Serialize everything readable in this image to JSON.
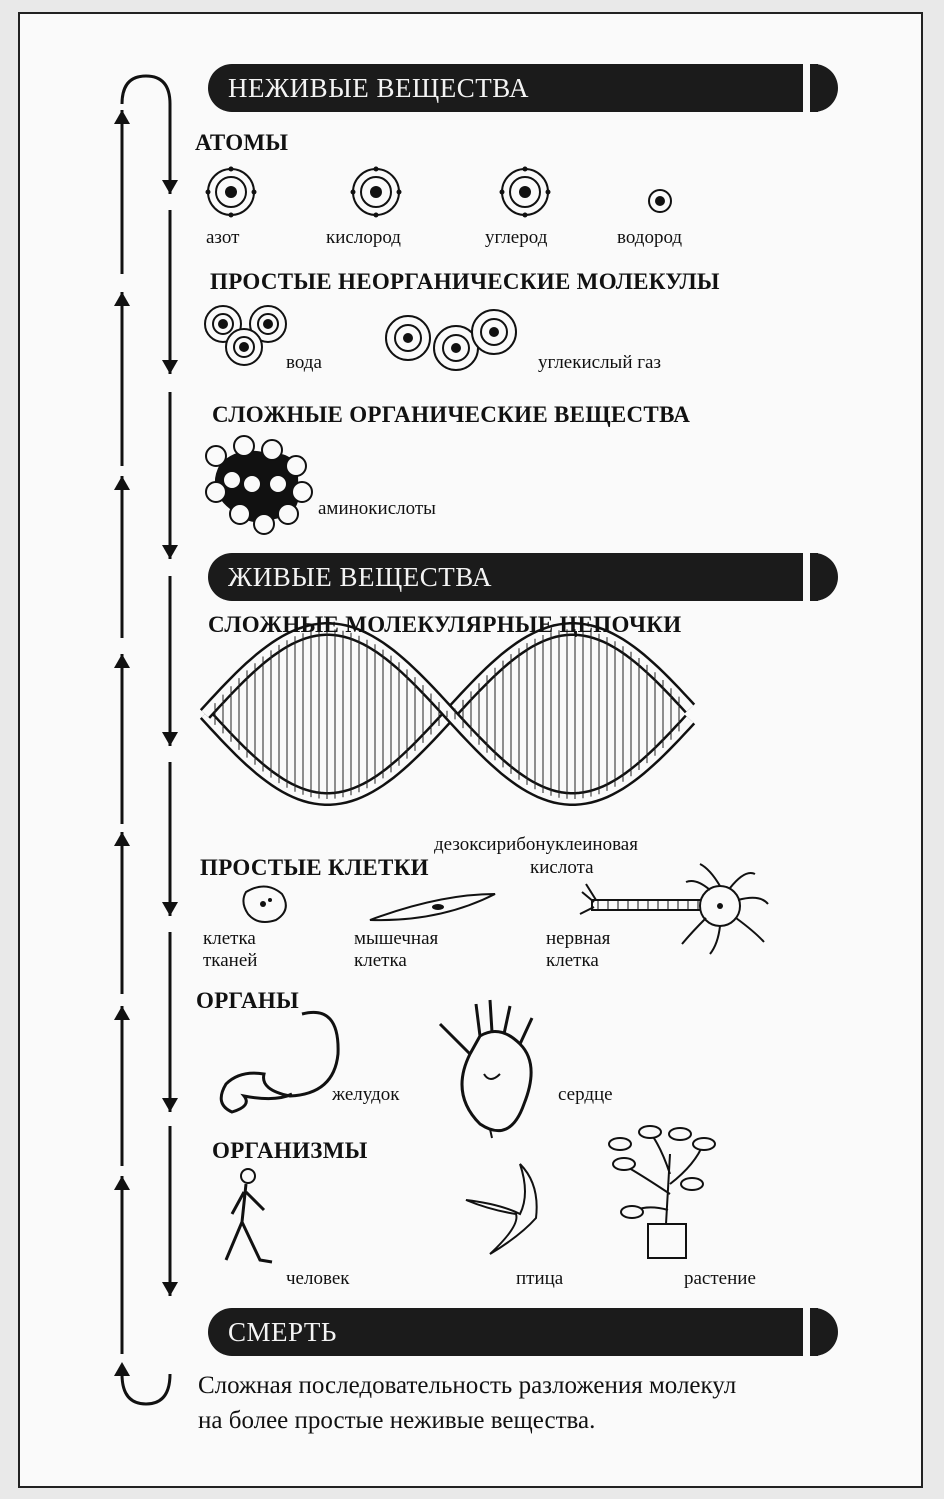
{
  "banners": {
    "nonliving": "НЕЖИВЫЕ ВЕЩЕСТВА",
    "living": "ЖИВЫЕ ВЕЩЕСТВА",
    "death": "СМЕРТЬ"
  },
  "headings": {
    "atoms": "АТОМЫ",
    "simple_molecules": "ПРОСТЫЕ НЕОРГАНИЧЕСКИЕ МОЛЕКУЛЫ",
    "complex_organic": "СЛОЖНЫЕ ОРГАНИЧЕСКИЕ ВЕЩЕСТВА",
    "molecular_chains": "СЛОЖНЫЕ МОЛЕКУЛЯРНЫЕ ЦЕПОЧКИ",
    "simple_cells": "ПРОСТЫЕ КЛЕТКИ",
    "organs": "ОРГАНЫ",
    "organisms": "ОРГАНИЗМЫ"
  },
  "labels": {
    "nitrogen": "азот",
    "oxygen": "кислород",
    "carbon": "углерод",
    "hydrogen": "водород",
    "water": "вода",
    "co2": "углекислый газ",
    "amino": "аминокислоты",
    "dna_line1": "дезоксирибонуклеиновая",
    "dna_line2": "кислота",
    "tissue_cell_1": "клетка",
    "tissue_cell_2": "тканей",
    "muscle_cell_1": "мышечная",
    "muscle_cell_2": "клетка",
    "nerve_cell_1": "нервная",
    "nerve_cell_2": "клетка",
    "stomach": "желудок",
    "heart": "сердце",
    "human": "человек",
    "bird": "птица",
    "plant": "растение"
  },
  "footer_text": "Сложная последовательность разложения молекул на более простые неживые вещества."
}
